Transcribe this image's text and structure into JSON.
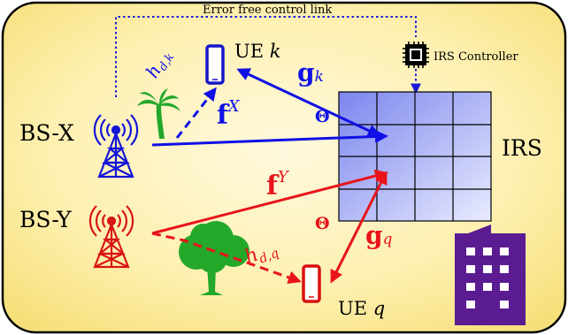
{
  "control_link_label": "Error free control link",
  "irs_controller_label": "IRS Controller",
  "irs_label": "IRS",
  "bs_x": {
    "label": "BS-X"
  },
  "bs_y": {
    "label": "BS-Y"
  },
  "ue_k": {
    "prefix": "UE",
    "index": "k"
  },
  "ue_q": {
    "prefix": "UE",
    "index": "q"
  },
  "channels": {
    "h_dk": {
      "symbol": "h",
      "subscript": "d,k"
    },
    "h_dq": {
      "symbol": "h",
      "subscript": "d,q"
    },
    "g_k": {
      "symbol": "g",
      "subscript": "k"
    },
    "g_q": {
      "symbol": "g",
      "subscript": "q"
    },
    "f_x": {
      "symbol": "f",
      "superscript": "X"
    },
    "f_y": {
      "symbol": "f",
      "superscript": "Y"
    }
  },
  "theta_label": "Θ",
  "colors": {
    "background": "#fdf2b8",
    "blue_link": "#1010e6",
    "red_link": "#e8141a",
    "control_link": "#1a1ad6",
    "irs_cell": "#9ea8f2",
    "tree": "#22a82a",
    "building": "#5b1c91"
  },
  "icons": [
    "bs-x-antenna-icon",
    "bs-y-antenna-icon",
    "palm-tree-icon",
    "tree-icon",
    "phone-ue-k-icon",
    "phone-ue-q-icon",
    "chip-icon",
    "building-icon"
  ]
}
